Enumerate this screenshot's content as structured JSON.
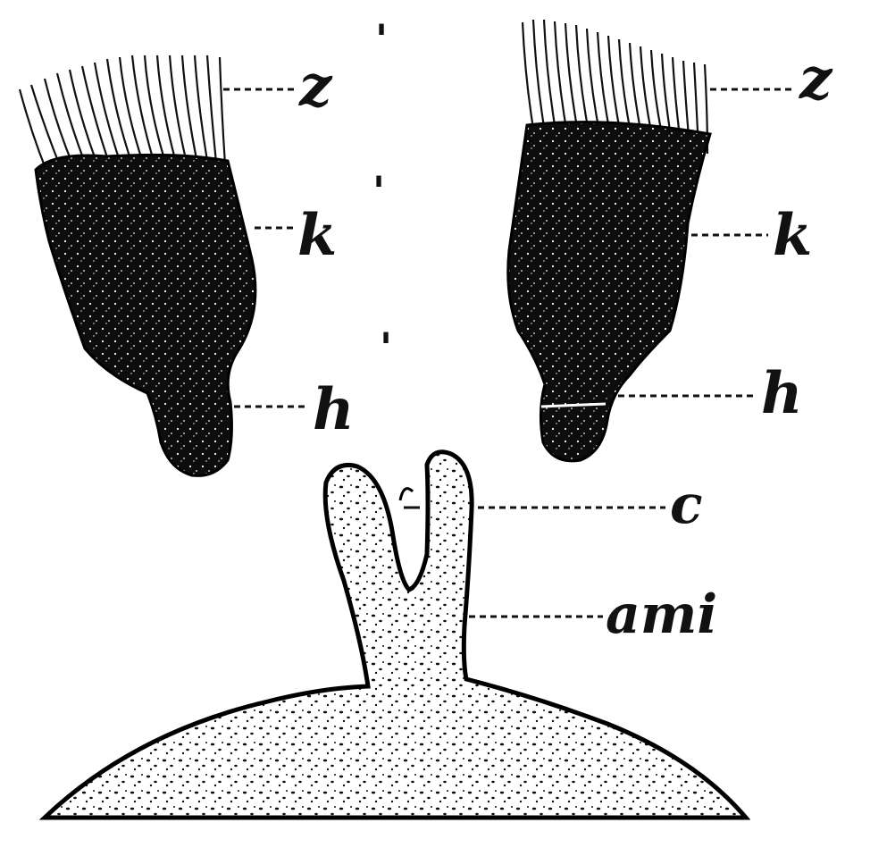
{
  "labels": {
    "z_prime": "z",
    "k_prime": "k",
    "h_prime": "h",
    "z": "z",
    "k": "k",
    "h": "h",
    "c": "c",
    "ami": "ami",
    "prime_mark": "'"
  }
}
